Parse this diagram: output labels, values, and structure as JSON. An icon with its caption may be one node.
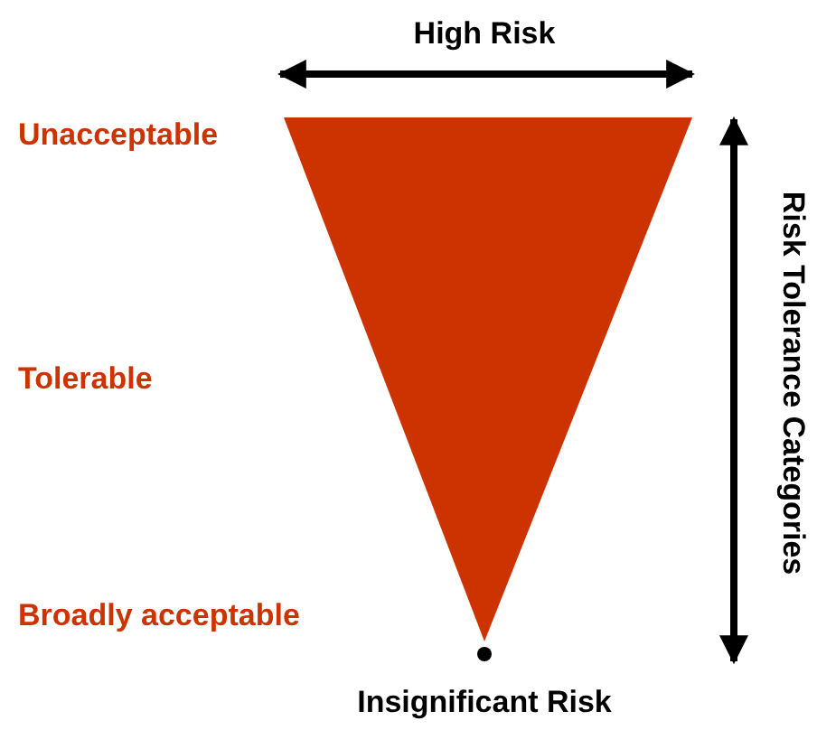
{
  "diagram": {
    "labels": [
      "High Risk",
      "Unacceptable",
      "Tolerable",
      "Broadly acceptable",
      "Insignificant Risk",
      "Risk Tolerance Categories"
    ]
  }
}
